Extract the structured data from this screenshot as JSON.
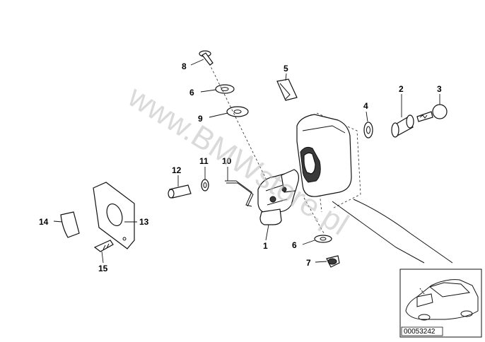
{
  "watermark": "www.BMWstore.pl",
  "reference_number": "00053242",
  "callouts": [
    {
      "id": "c1",
      "text": "1"
    },
    {
      "id": "c2",
      "text": "2"
    },
    {
      "id": "c3",
      "text": "3"
    },
    {
      "id": "c4",
      "text": "4"
    },
    {
      "id": "c5",
      "text": "5"
    },
    {
      "id": "c6a",
      "text": "6"
    },
    {
      "id": "c6b",
      "text": "6"
    },
    {
      "id": "c7",
      "text": "7"
    },
    {
      "id": "c8",
      "text": "8"
    },
    {
      "id": "c9",
      "text": "9"
    },
    {
      "id": "c10",
      "text": "10"
    },
    {
      "id": "c11",
      "text": "11"
    },
    {
      "id": "c12",
      "text": "12"
    },
    {
      "id": "c13",
      "text": "13"
    },
    {
      "id": "c14",
      "text": "14"
    },
    {
      "id": "c15",
      "text": "15"
    }
  ]
}
